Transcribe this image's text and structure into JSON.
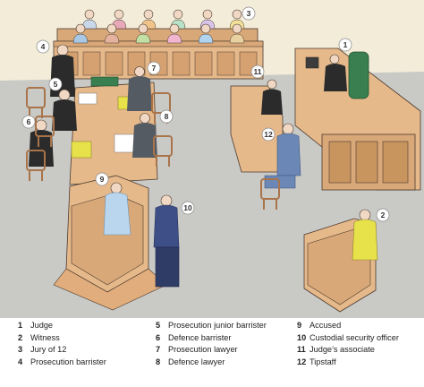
{
  "colors": {
    "background_wall": "#f3ecd9",
    "floor": "#c9c9c6",
    "wood": "#e6b98b",
    "wood_panel": "#d9a878",
    "wood_dark": "#a9744a",
    "judge_chair": "#3a7f4f",
    "witness_shirt": "#e8e24a",
    "security_uniform": "#3d4f86",
    "accused_shirt": "#b9d6ee",
    "tipstaff_suit": "#6b87b5",
    "outline": "#4a3a2e"
  },
  "callouts": [
    {
      "num": "1",
      "name": "judge"
    },
    {
      "num": "2",
      "name": "witness"
    },
    {
      "num": "3",
      "name": "jury-of-12"
    },
    {
      "num": "4",
      "name": "prosecution-barrister"
    },
    {
      "num": "5",
      "name": "prosecution-junior-barrister"
    },
    {
      "num": "6",
      "name": "defence-barrister"
    },
    {
      "num": "7",
      "name": "prosecution-lawyer"
    },
    {
      "num": "8",
      "name": "defence-lawyer"
    },
    {
      "num": "9",
      "name": "accused"
    },
    {
      "num": "10",
      "name": "custodial-security-officer"
    },
    {
      "num": "11",
      "name": "judges-associate"
    },
    {
      "num": "12",
      "name": "tipstaff"
    }
  ],
  "legend": {
    "columns": [
      [
        {
          "num": "1",
          "label": "Judge"
        },
        {
          "num": "2",
          "label": "Witness"
        },
        {
          "num": "3",
          "label": "Jury of 12"
        },
        {
          "num": "4",
          "label": "Prosecution barrister"
        }
      ],
      [
        {
          "num": "5",
          "label": "Prosecution junior barrister"
        },
        {
          "num": "6",
          "label": "Defence barrister"
        },
        {
          "num": "7",
          "label": "Prosecution lawyer"
        },
        {
          "num": "8",
          "label": "Defence lawyer"
        }
      ],
      [
        {
          "num": "9",
          "label": "Accused"
        },
        {
          "num": "10",
          "label": "Custodial security officer"
        },
        {
          "num": "11",
          "label": "Judge’s associate"
        },
        {
          "num": "12",
          "label": "Tipstaff"
        }
      ]
    ]
  }
}
